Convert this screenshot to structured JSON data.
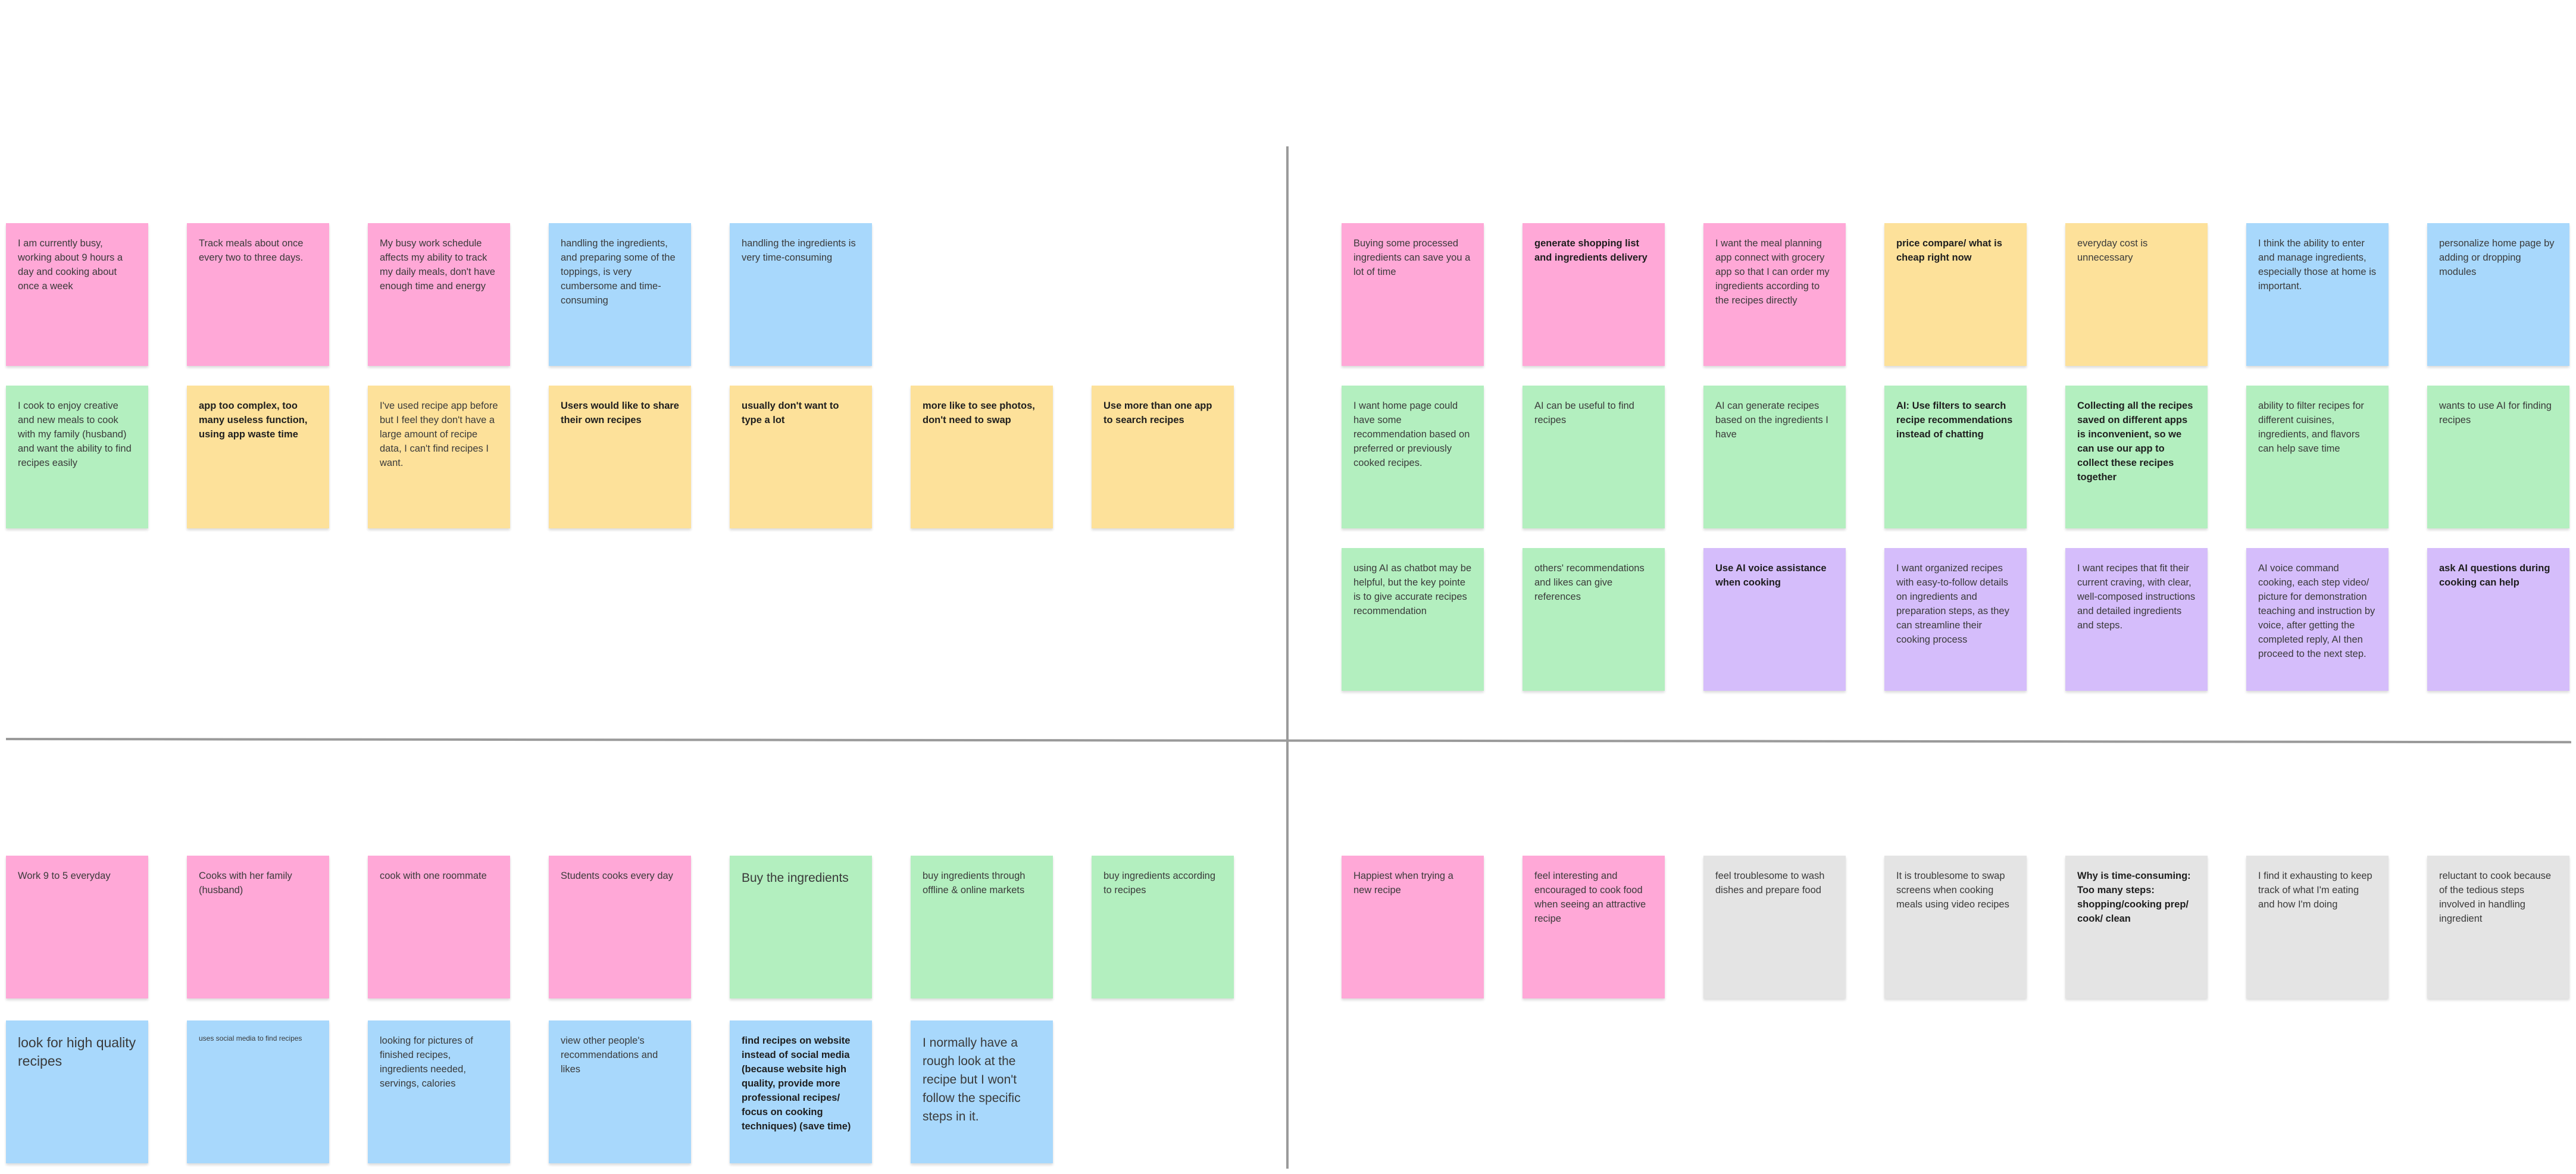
{
  "notes": {
    "tl1": "I am currently busy, working about 9 hours a day and cooking about once a week",
    "tl2": "Track meals about once every two to three days.",
    "tl3": "My busy work schedule affects my ability to track my daily meals, don't have enough time and energy",
    "tl4": "handling the ingredients, and preparing some of the toppings, is very cumbersome and time-consuming",
    "tl5": "handling the ingredients is very time-consuming",
    "tl6": "I cook to enjoy creative and new meals to cook with my family (husband) and want the ability to find recipes easily",
    "tl7": "app too complex, too many useless function, using app waste time",
    "tl8": "I've used recipe app before but I feel they don't have a large amount of recipe data, I can't find recipes I want.",
    "tl9": "Users would like to share their own recipes",
    "tl10": "usually don't want to type a lot",
    "tl11": "more like to see photos, don't need to swap",
    "tl12": "Use more than one app to search recipes",
    "tr1": "Buying some processed ingredients can save you a lot of time",
    "tr2": "generate shopping list and ingredients delivery",
    "tr3": "I want the meal planning app connect with grocery app so that I can order my ingredients according to the recipes directly",
    "tr4": "price compare/ what is cheap right now",
    "tr5": "everyday cost is unnecessary",
    "tr6": "I think the ability to enter and manage ingredients, especially those at home is important.",
    "tr7": "personalize home page by adding or dropping modules",
    "tr8": "I want home page could have some recommendation based on preferred or previously cooked recipes.",
    "tr9": "AI can be useful to find recipes",
    "tr10": "AI can generate recipes based on the ingredients I have",
    "tr11": "AI: Use filters to search recipe recommendations instead of chatting",
    "tr12": "Collecting all the recipes saved on different apps is inconvenient, so we can use our app to collect these recipes together",
    "tr13": "ability to filter recipes for different cuisines, ingredients, and flavors can help save time",
    "tr14": "wants to use AI for finding recipes",
    "tr15": "using AI as chatbot may be helpful, but the key pointe is to give accurate recipes recommendation",
    "tr16": "others' recommendations and likes can give references",
    "tr17": "Use AI voice assistance when cooking",
    "tr18": "I want organized recipes with easy-to-follow details on ingredients and preparation steps, as they can streamline their cooking process",
    "tr19": "I want recipes that fit their current craving, with clear, well-composed instructions and detailed ingredients and steps.",
    "tr20": "AI voice command cooking, each step video/ picture for demonstration teaching and instruction by voice, after getting the completed reply, AI then proceed to the next step.",
    "tr21": "ask AI questions during cooking can help",
    "bl1": "Work 9 to 5 everyday",
    "bl2": "Cooks with her family (husband)",
    "bl3": "cook with one roommate",
    "bl4": "Students cooks every day",
    "bl5": "Buy the ingredients",
    "bl6": "buy ingredients through offline & online markets",
    "bl7": "buy ingredients according to recipes",
    "bl8": "look for high quality recipes",
    "bl9": "uses social media to find recipes",
    "bl10": "looking for pictures of finished recipes, ingredients needed, servings, calories",
    "bl11": "view other people's recommendations and likes",
    "bl12": "find recipes on website instead of social media (because website high quality, provide more professional recipes/ focus on cooking techniques) (save time)",
    "bl13": " I normally have a rough look at the recipe but I won't follow the specific steps in it.",
    "br1": "Happiest when trying a new recipe",
    "br2": "feel interesting and encouraged to cook food when seeing an attractive recipe",
    "br3": "feel troublesome to wash dishes and prepare food",
    "br4": "It is troublesome to swap screens when cooking meals using video recipes",
    "br5": "Why is time-consuming: Too many steps: shopping/cooking prep/ cook/ clean",
    "br6": " I find it exhausting to keep track of what I'm eating and how I'm doing",
    "br7": "reluctant to cook because of the tedious steps involved in handling ingredient"
  },
  "colors": {
    "pink": "#ffa8d7",
    "blue": "#a8d8fc",
    "green": "#b3efbf",
    "yellow": "#fde19a",
    "purple": "#d5bdfb",
    "gray": "#e4e4e4",
    "divider": "#9a9a9a"
  }
}
